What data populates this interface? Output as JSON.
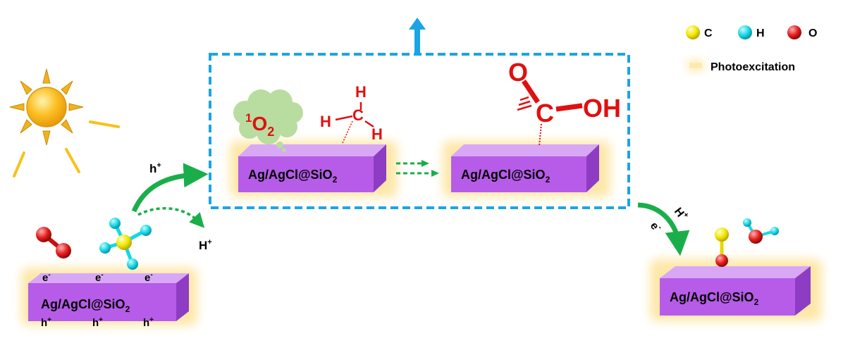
{
  "colors": {
    "box_front": "#b65ce8",
    "box_top": "#d8a8f6",
    "box_side": "#8f3cc4",
    "glow": "#fde7a8",
    "dashed_frame": "#1aa4e6",
    "arrow_green": "#1aae4a",
    "molecule_red": "#e01010",
    "carbon": "#f3e600",
    "hydrogen": "#14d8e6",
    "oxygen": "#e41c1c",
    "sun": "#fbbf24",
    "cloud": "#b9dca0"
  },
  "legend": {
    "c_label": "C",
    "h_label": "H",
    "o_label": "O",
    "photo_label": "Photoexcitation"
  },
  "catalyst": {
    "base": "Ag/AgCl@SiO",
    "sub": "2",
    "electron": "e",
    "electron_sup": "-",
    "hole": "h",
    "hole_sup": "+"
  },
  "arrows": {
    "h_plus_top": "h",
    "h_plus_top_sup": "+",
    "h_plus_bottom": "H",
    "h_plus_bottom_sup": "+",
    "right_h": "H",
    "right_h_sup": "+",
    "right_e": "e",
    "right_e_sup": "-"
  },
  "singlet_oxygen": {
    "sup": "1",
    "main": "O",
    "sub": "2"
  },
  "methyl": {
    "h1": "H",
    "h2": "H",
    "h3": "H",
    "c": "C"
  },
  "acid": {
    "o": "O",
    "c": "C",
    "oh": "OH"
  }
}
